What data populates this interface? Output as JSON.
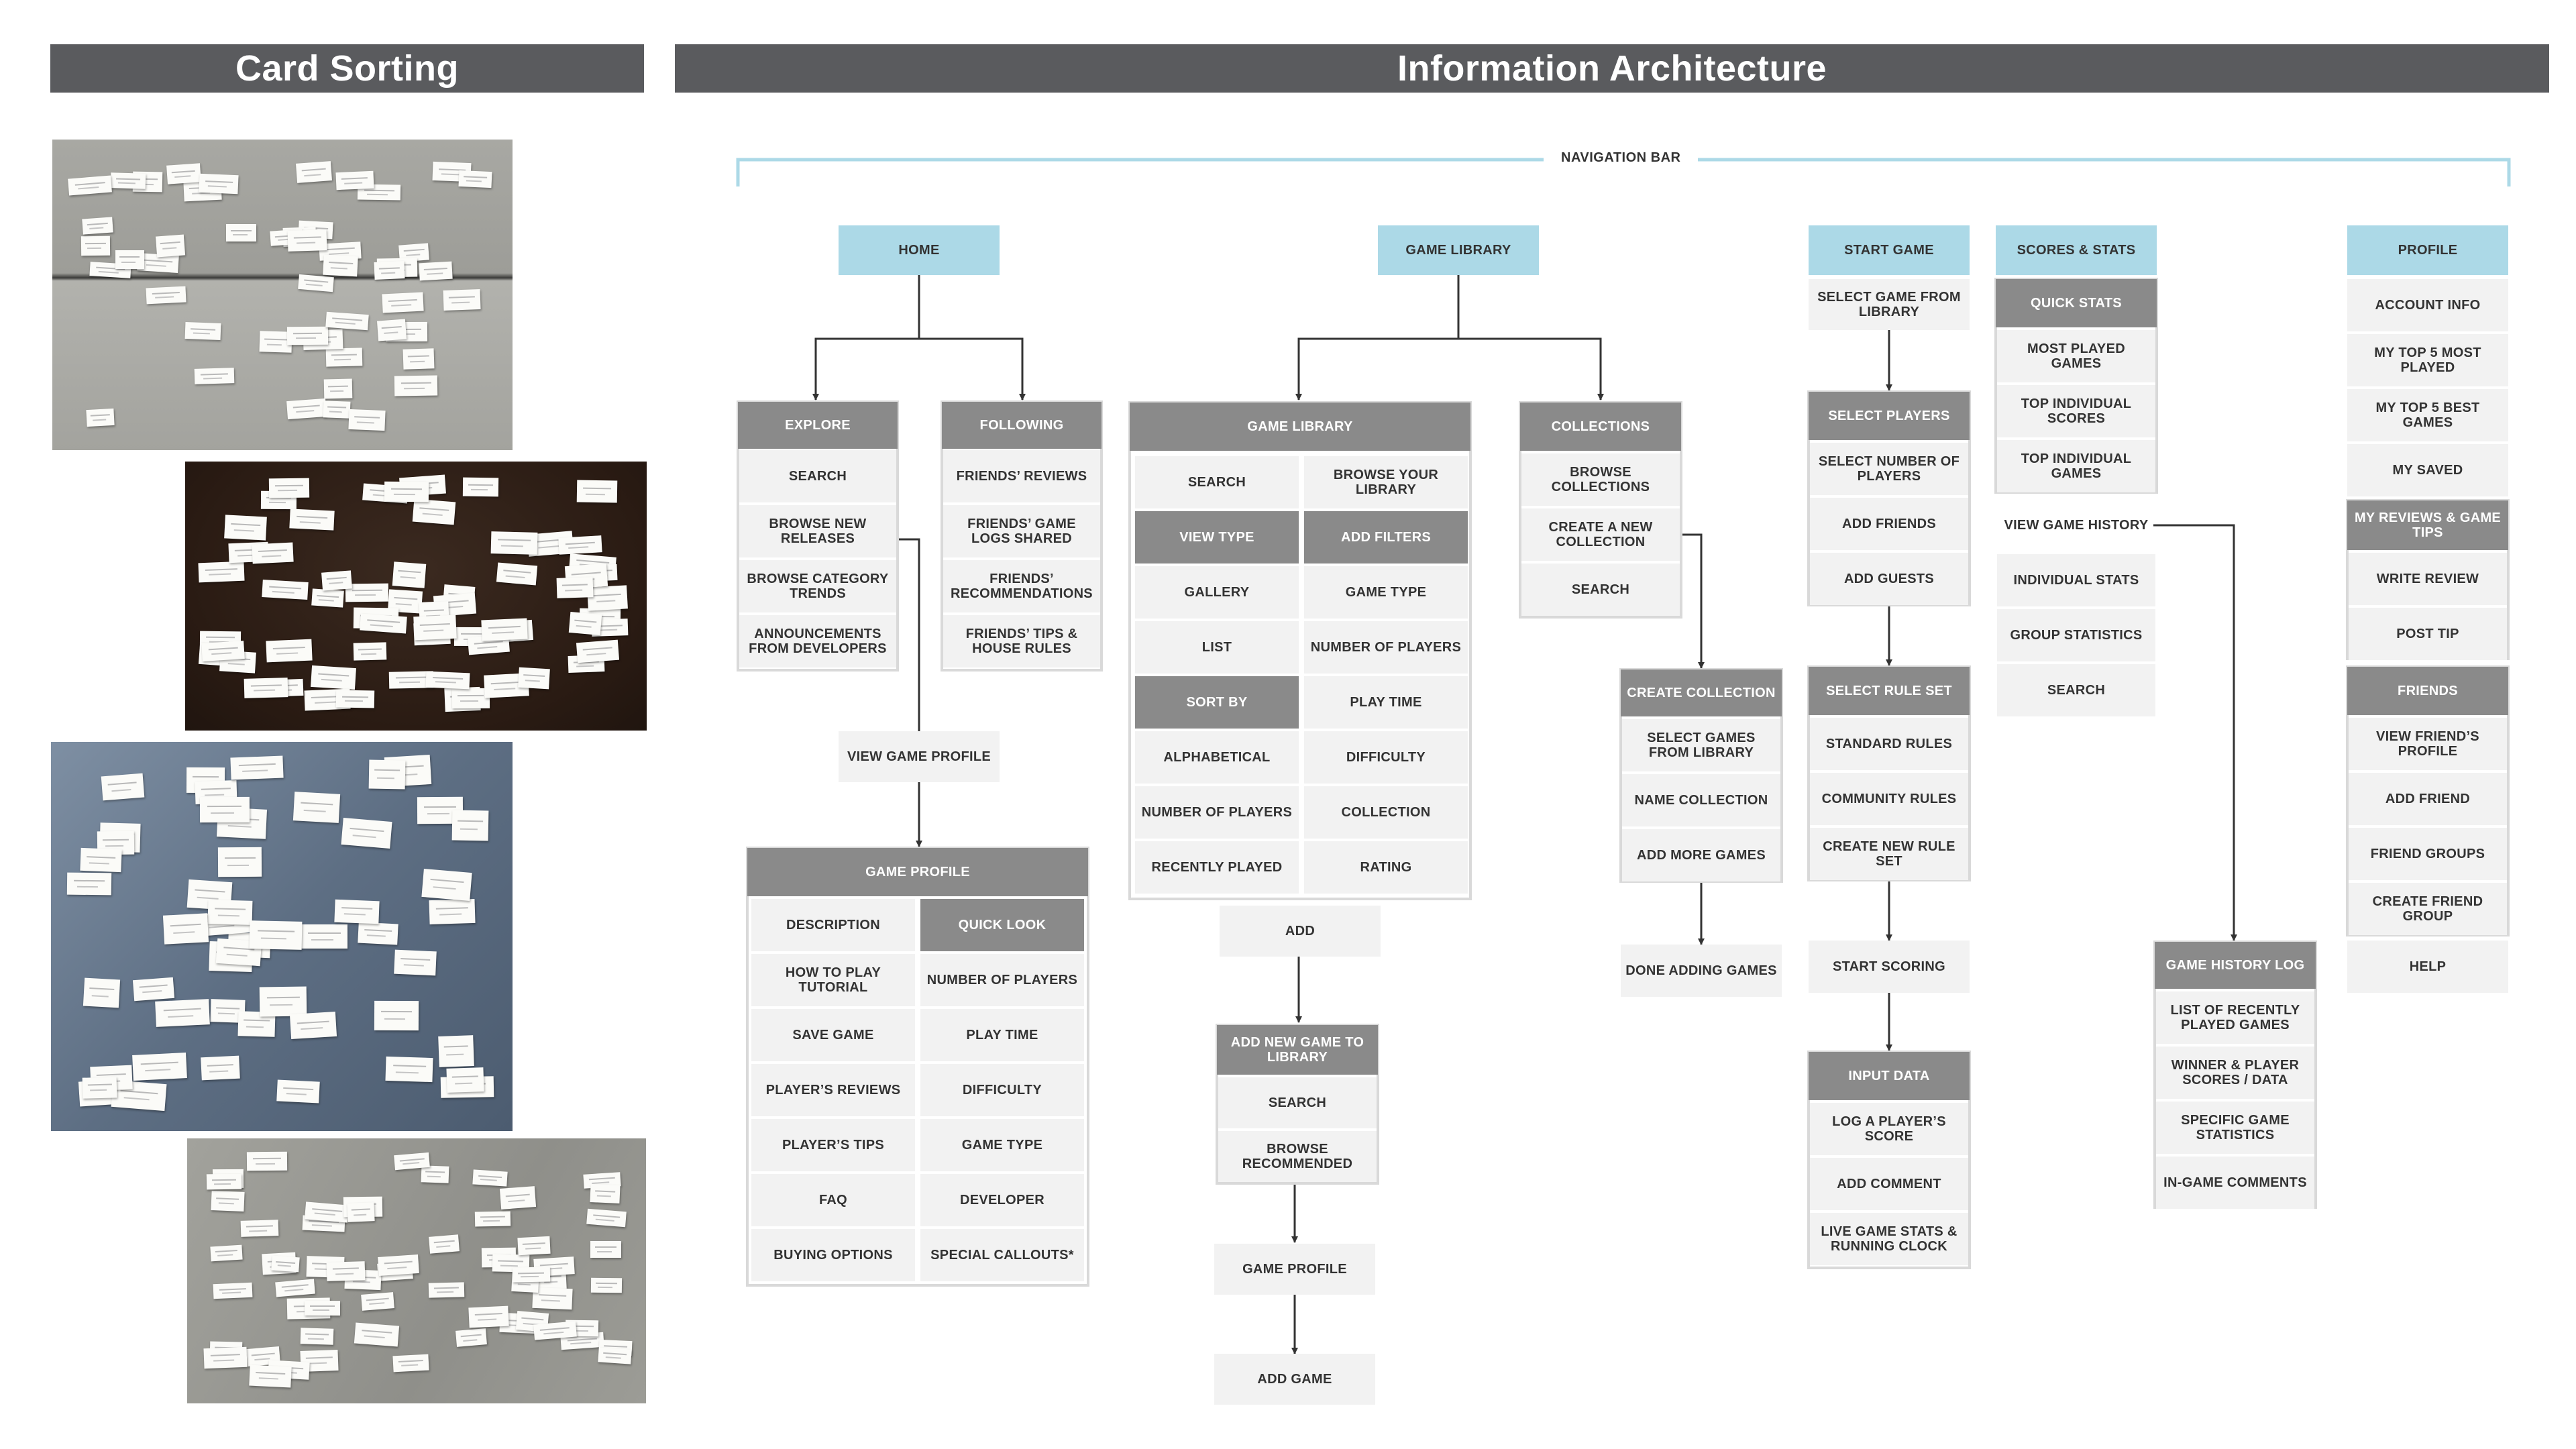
{
  "headers": {
    "card_sorting": "Card Sorting",
    "information_architecture": "Information Architecture"
  },
  "navigation_bar": "NAVIGATION BAR",
  "nav": {
    "home": "HOME",
    "game_library": "GAME LIBRARY",
    "start_game": "START GAME",
    "scores_stats": "SCORES & STATS",
    "profile": "PROFILE"
  },
  "home": {
    "explore": {
      "title": "EXPLORE",
      "items": [
        "SEARCH",
        "BROWSE NEW RELEASES",
        "BROWSE CATEGORY TRENDS",
        "ANNOUNCEMENTS FROM DEVELOPERS"
      ]
    },
    "following": {
      "title": "FOLLOWING",
      "items": [
        "FRIENDS’ REVIEWS",
        "FRIENDS’ GAME LOGS SHARED",
        "FRIENDS’ RECOMMENDATIONS",
        "FRIENDS’ TIPS & HOUSE RULES"
      ]
    },
    "view_game_profile": "VIEW GAME PROFILE",
    "game_profile": {
      "title": "GAME PROFILE",
      "left": [
        "DESCRIPTION",
        "HOW TO PLAY TUTORIAL",
        "SAVE GAME",
        "PLAYER’S REVIEWS",
        "PLAYER’S TIPS",
        "FAQ",
        "BUYING OPTIONS"
      ],
      "quick_look": "QUICK LOOK",
      "right": [
        "NUMBER OF PLAYERS",
        "PLAY TIME",
        "DIFFICULTY",
        "GAME TYPE",
        "DEVELOPER",
        "SPECIAL CALLOUTS*"
      ]
    }
  },
  "library": {
    "game_library": {
      "title": "GAME LIBRARY",
      "search": "SEARCH",
      "browse": "BROWSE YOUR LIBRARY",
      "view_type": "VIEW TYPE",
      "add_filters": "ADD FILTERS",
      "gallery": "GALLERY",
      "list": "LIST",
      "sort_by": "SORT BY",
      "sort_items": [
        "ALPHABETICAL",
        "NUMBER OF PLAYERS",
        "RECENTLY PLAYED"
      ],
      "filters": [
        "GAME TYPE",
        "NUMBER OF PLAYERS",
        "PLAY TIME",
        "DIFFICULTY",
        "COLLECTION",
        "RATING"
      ]
    },
    "add": "ADD",
    "add_new": {
      "title": "ADD NEW GAME TO LIBRARY",
      "items": [
        "SEARCH",
        "BROWSE RECOMMENDED"
      ]
    },
    "game_profile": "GAME PROFILE",
    "add_game": "ADD GAME",
    "collections": {
      "title": "COLLECTIONS",
      "items": [
        "BROWSE COLLECTIONS",
        "CREATE A NEW COLLECTION",
        "SEARCH"
      ]
    },
    "create_collection": {
      "title": "CREATE COLLECTION",
      "items": [
        "SELECT GAMES FROM LIBRARY",
        "NAME COLLECTION",
        "ADD MORE GAMES"
      ]
    },
    "done_adding": "DONE ADDING GAMES"
  },
  "start": {
    "select_game": "SELECT GAME FROM LIBRARY",
    "select_players": {
      "title": "SELECT PLAYERS",
      "items": [
        "SELECT NUMBER OF PLAYERS",
        "ADD FRIENDS",
        "ADD GUESTS"
      ]
    },
    "select_rule_set": {
      "title": "SELECT RULE SET",
      "items": [
        "STANDARD RULES",
        "COMMUNITY RULES",
        "CREATE NEW RULE SET"
      ]
    },
    "start_scoring": "START SCORING",
    "input_data": {
      "title": "INPUT DATA",
      "items": [
        "LOG A PLAYER’S SCORE",
        "ADD COMMENT",
        "LIVE GAME STATS & RUNNING CLOCK"
      ]
    }
  },
  "scores": {
    "quick_stats": {
      "title": "QUICK STATS",
      "items": [
        "MOST PLAYED GAMES",
        "TOP INDIVIDUAL SCORES",
        "TOP INDIVIDUAL GAMES"
      ]
    },
    "others": [
      "VIEW GAME HISTORY",
      "INDIVIDUAL STATS",
      "GROUP STATISTICS",
      "SEARCH"
    ],
    "history_log": {
      "title": "GAME HISTORY LOG",
      "items": [
        "LIST OF RECENTLY PLAYED GAMES",
        "WINNER & PLAYER SCORES / DATA",
        "SPECIFIC GAME STATISTICS",
        "IN-GAME COMMENTS"
      ]
    }
  },
  "profile": {
    "items": [
      "ACCOUNT INFO",
      "MY TOP 5 MOST PLAYED",
      "MY TOP 5 BEST GAMES",
      "MY SAVED"
    ],
    "reviews": {
      "title": "MY REVIEWS & GAME TIPS",
      "items": [
        "WRITE REVIEW",
        "POST TIP"
      ]
    },
    "friends": {
      "title": "FRIENDS",
      "items": [
        "VIEW FRIEND’S PROFILE",
        "ADD FRIEND",
        "FRIEND GROUPS",
        "CREATE FRIEND GROUP"
      ]
    },
    "help": "HELP"
  },
  "colors": {
    "header_bar": "#5a5b5e",
    "nav_box": "#acd9e7",
    "section_header": "#8a8a8a",
    "item_box": "#f2f2f2",
    "nav_bar_line": "#acd9e7"
  }
}
